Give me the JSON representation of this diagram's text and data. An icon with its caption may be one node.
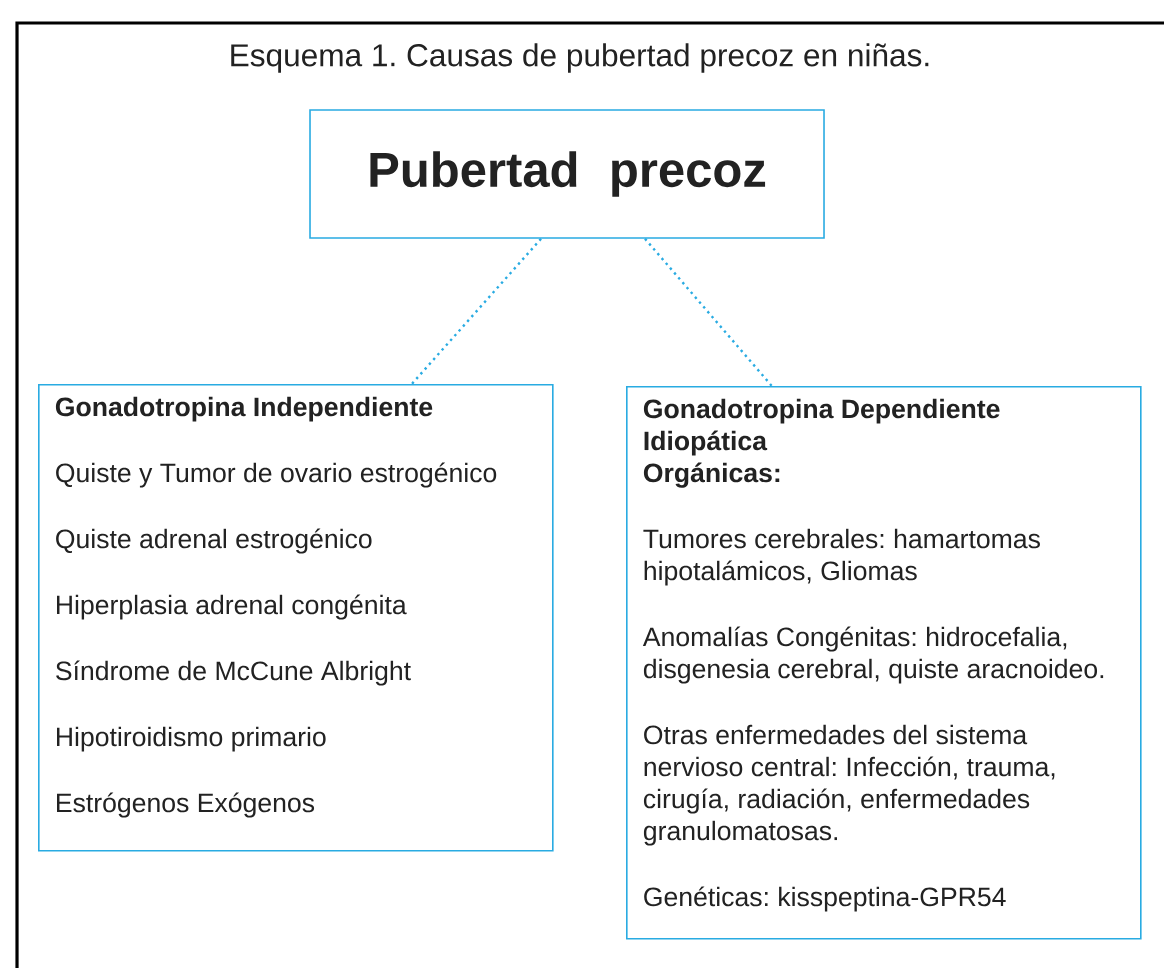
{
  "diagram": {
    "title": "Esquema 1. Causas de pubertad precoz en niñas.",
    "nodes": [
      {
        "text": [
          "Pubertad precoz"
        ]
      },
      {
        "text": [
          "Gonadotropina Independiente",
          "Quiste y Tumor de ovario estrogénico",
          "Quiste adrenal estrogénico",
          "Hiperplasia adrenal congénita",
          "Síndrome de McCune Albright",
          "Hipotiroidismo primario",
          "Estrógenos Exógenos"
        ]
      },
      {
        "text": [
          "Gonadotropina Dependiente",
          "Idiopática",
          "Orgánicas:",
          "Tumores cerebrales: hamartomas hipotalámicos, Gliomas",
          "Anomalías Congénitas: hidrocefalia, disgenesia cerebral, quiste aracnoideo.",
          "Otras enfermedades del sistema nervioso central: Infección, trauma, cirugía, radiación, enfermedades granulomatosas.",
          "Genéticas: kisspeptina-GPR54"
        ]
      }
    ],
    "edges": [
      {
        "from": 0,
        "to": 1,
        "arrow": "none",
        "style": "dashed"
      },
      {
        "from": 0,
        "to": 2,
        "arrow": "none",
        "style": "dashed"
      }
    ]
  }
}
